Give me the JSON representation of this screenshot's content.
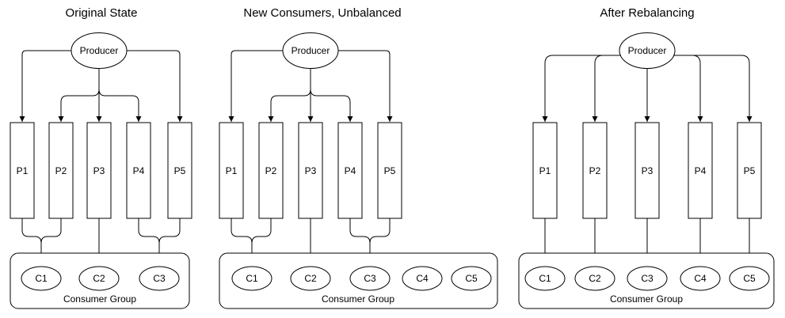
{
  "colors": {
    "background": "#ffffff",
    "stroke": "#000000",
    "text": "#000000",
    "node_fill": "#ffffff"
  },
  "panels": [
    {
      "title": "Original State",
      "producer": "Producer",
      "partitions": [
        "P1",
        "P2",
        "P3",
        "P4",
        "P5"
      ],
      "consumers": [
        "C1",
        "C2",
        "C3"
      ],
      "group_label": "Consumer Group",
      "assignments": [
        {
          "partition": "P1",
          "consumer": "C1"
        },
        {
          "partition": "P2",
          "consumer": "C1"
        },
        {
          "partition": "P3",
          "consumer": "C2"
        },
        {
          "partition": "P4",
          "consumer": "C3"
        },
        {
          "partition": "P5",
          "consumer": "C3"
        }
      ]
    },
    {
      "title": "New Consumers, Unbalanced",
      "producer": "Producer",
      "partitions": [
        "P1",
        "P2",
        "P3",
        "P4",
        "P5"
      ],
      "consumers": [
        "C1",
        "C2",
        "C3",
        "C4",
        "C5"
      ],
      "group_label": "Consumer Group",
      "assignments": [
        {
          "partition": "P1",
          "consumer": "C1"
        },
        {
          "partition": "P2",
          "consumer": "C1"
        },
        {
          "partition": "P3",
          "consumer": "C2"
        },
        {
          "partition": "P4",
          "consumer": "C3"
        },
        {
          "partition": "P5",
          "consumer": "C3"
        }
      ]
    },
    {
      "title": "After Rebalancing",
      "producer": "Producer",
      "partitions": [
        "P1",
        "P2",
        "P3",
        "P4",
        "P5"
      ],
      "consumers": [
        "C1",
        "C2",
        "C3",
        "C4",
        "C5"
      ],
      "group_label": "Consumer Group",
      "assignments": [
        {
          "partition": "P1",
          "consumer": "C1"
        },
        {
          "partition": "P2",
          "consumer": "C2"
        },
        {
          "partition": "P3",
          "consumer": "C3"
        },
        {
          "partition": "P4",
          "consumer": "C4"
        },
        {
          "partition": "P5",
          "consumer": "C5"
        }
      ]
    }
  ]
}
